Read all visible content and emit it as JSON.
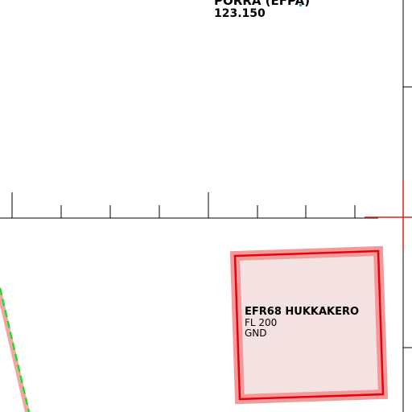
{
  "frequency_label": {
    "name": "PORRA (EFPA)",
    "frequency": "123.150"
  },
  "restricted_area": {
    "name": "EFR68 HUKKAKERO",
    "upper_limit": "FL 200",
    "lower_limit": "GND",
    "border_color": "#e8000b",
    "fill_color": "#f4e2e3"
  },
  "colors": {
    "scale_line": "#000000",
    "crosshair": "#e02020",
    "route_dash": "#22dd22",
    "route_band": "#f08080",
    "marker": "#2aa0c8"
  }
}
